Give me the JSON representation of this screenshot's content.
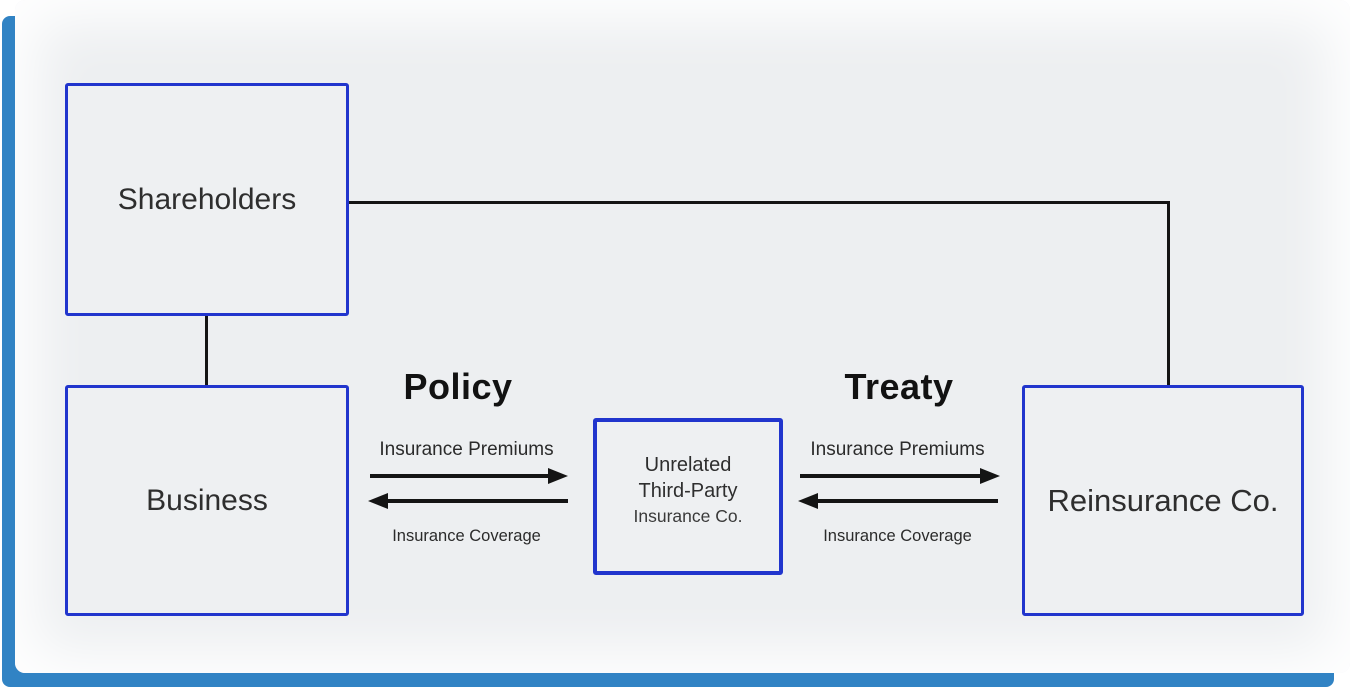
{
  "diagram": {
    "nodes": {
      "shareholders": {
        "label": "Shareholders"
      },
      "business": {
        "label": "Business"
      },
      "third_party": {
        "line1": "Unrelated",
        "line2": "Third-Party",
        "line3": "Insurance Co."
      },
      "reinsurance": {
        "label": "Reinsurance Co."
      }
    },
    "relations": {
      "policy": {
        "title": "Policy",
        "forward_label": "Insurance Premiums",
        "backward_label": "Insurance Coverage"
      },
      "treaty": {
        "title": "Treaty",
        "forward_label": "Insurance Premiums",
        "backward_label": "Insurance Coverage"
      }
    },
    "colors": {
      "node_border": "#2135cd",
      "accent_band": "#3183c4",
      "line": "#141414",
      "text": "#2e2e2e"
    }
  }
}
